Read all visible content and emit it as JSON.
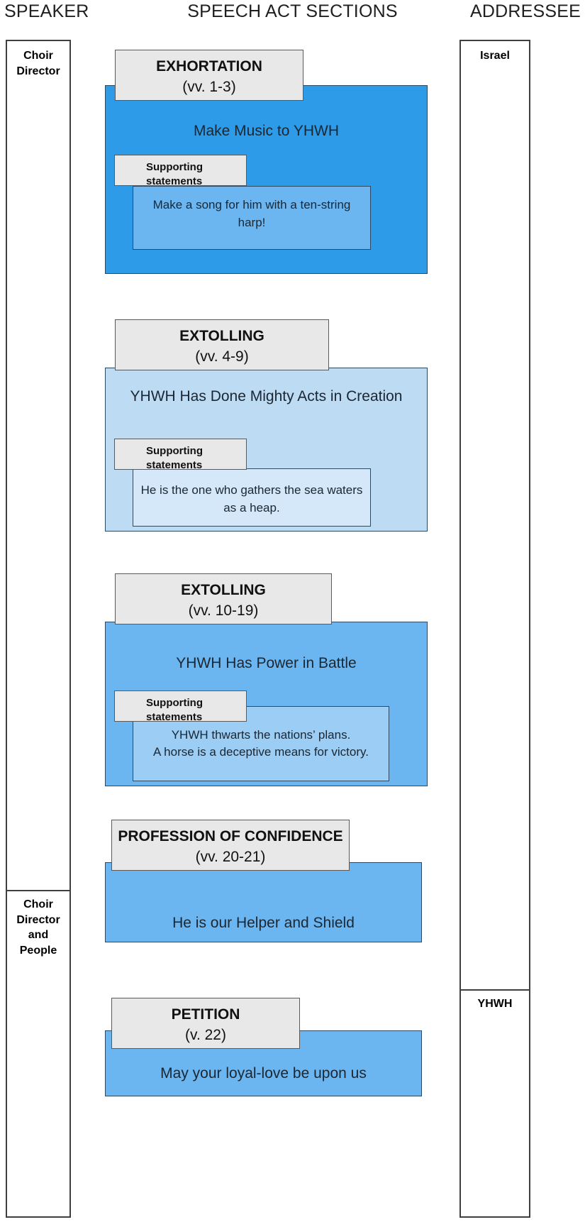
{
  "headers": {
    "speaker": "SPEAKER",
    "sections": "SPEECH ACT SECTIONS",
    "addressee": "ADDRESSEE"
  },
  "speaker_column": {
    "cells": [
      {
        "label": "Choir\nDirector"
      },
      {
        "label": "Choir\nDirector\nand\nPeople"
      }
    ]
  },
  "addressee_column": {
    "cells": [
      {
        "label": "Israel"
      },
      {
        "label": "YHWH"
      }
    ]
  },
  "support_tab_label": "Supporting\nstatements",
  "sections": [
    {
      "kind": "EXHORTATION",
      "verses": "(vv. 1-3)",
      "title": "Make Music to YHWH",
      "color": "#2E9BE8",
      "support_color": "#6BB6F0",
      "statements": [
        "Make a song for him with a ten-string harp!"
      ]
    },
    {
      "kind": "EXTOLLING",
      "verses": "(vv. 4-9)",
      "title": "YHWH Has Done Mighty Acts in Creation",
      "color": "#BDDCF4",
      "support_color": "#D4E8FA",
      "statements": [
        "He is the one who gathers the sea waters as a heap."
      ]
    },
    {
      "kind": "EXTOLLING",
      "verses": "(vv. 10-19)",
      "title": "YHWH Has Power in Battle",
      "color": "#6BB6F0",
      "support_color": "#9BCDF5",
      "statements": [
        "YHWH thwarts the nations’ plans.",
        "A horse is a deceptive means for victory."
      ]
    },
    {
      "kind": "PROFESSION OF CONFIDENCE",
      "verses": "(vv. 20-21)",
      "title": "He is our Helper and Shield",
      "color": "#6BB6F0",
      "support_color": null,
      "statements": []
    },
    {
      "kind": "PETITION",
      "verses": "(v. 22)",
      "title": "May your loyal-love be upon us",
      "color": "#6BB6F0",
      "support_color": null,
      "statements": []
    }
  ]
}
